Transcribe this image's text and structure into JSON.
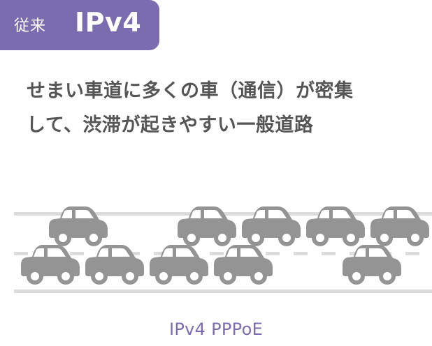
{
  "badge": {
    "sub_label": "従来",
    "main_label": "IPv4",
    "color": "#7b6cb0"
  },
  "description": {
    "line1": "せまい車道に多くの車（通信）が密集",
    "line2": "して、渋滞が起きやすい一般道路"
  },
  "illustration": {
    "icon": "car-icon",
    "car_color": "#949494",
    "road_color": "#dcdcdc",
    "top_row_cars": 5,
    "bottom_row_cars": 5
  },
  "caption": {
    "label": "IPv4 PPPoE",
    "color": "#7b6cb0"
  }
}
